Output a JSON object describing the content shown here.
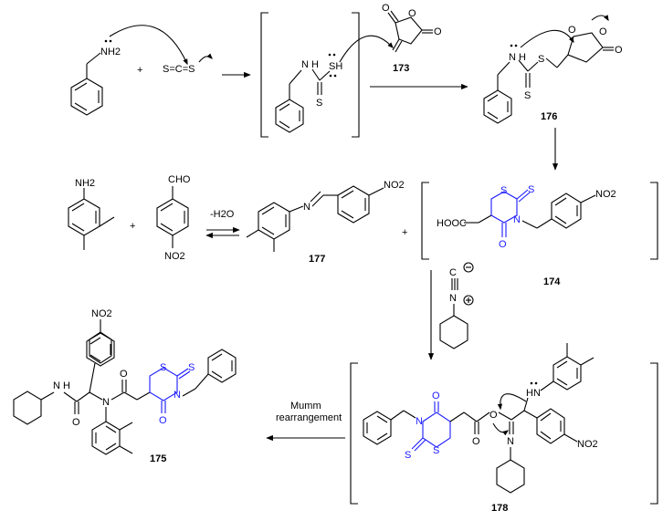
{
  "atoms": {
    "nh2": "NH2",
    "nh": "N H",
    "cs2": "S=C=S",
    "s": "S",
    "sh": "SH",
    "o": "O",
    "n": "N",
    "hn": "HN",
    "cho": "CHO",
    "no2": "NO2",
    "hooc": "HOOC",
    "isocyanide_c": "C",
    "plus_sign": "+"
  },
  "compounds": {
    "c173": "173",
    "c176": "176",
    "c177": "177",
    "c174": "174",
    "c178": "178",
    "c175": "175"
  },
  "conditions": {
    "dehydration": "-H2O",
    "mumm_line1": "Mumm",
    "mumm_line2": "rearrangement"
  }
}
